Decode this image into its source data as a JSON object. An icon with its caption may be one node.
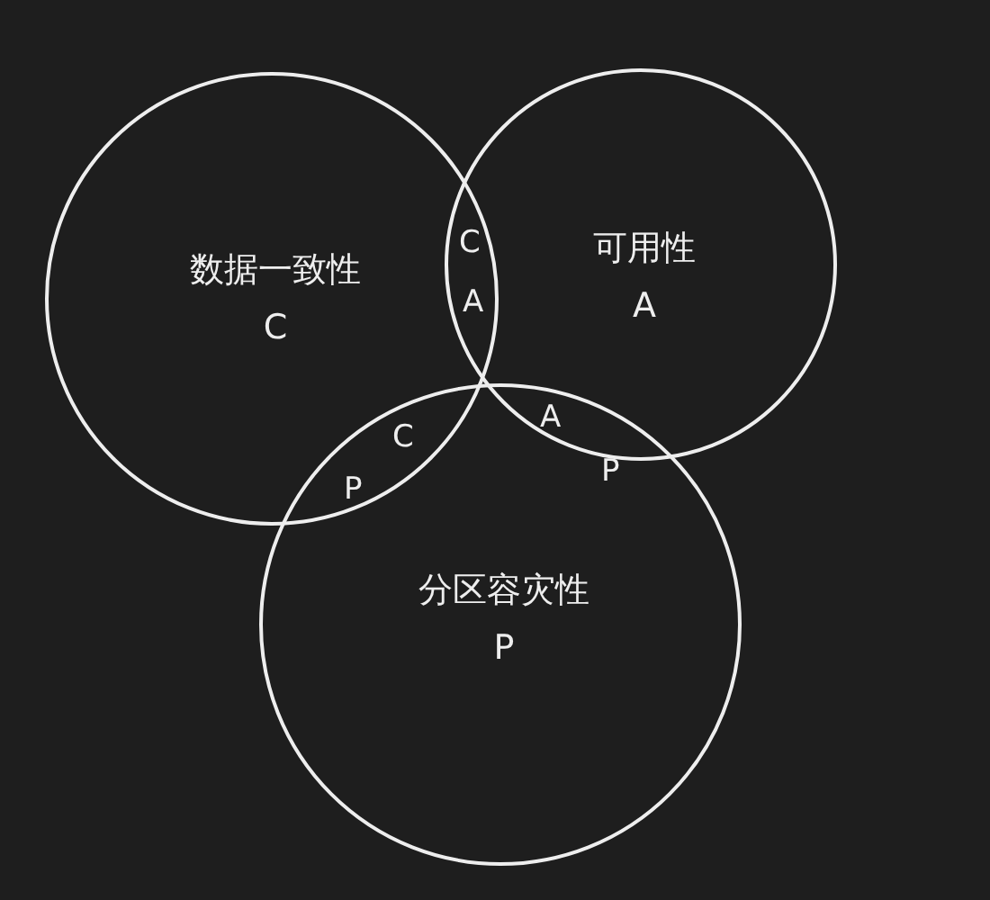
{
  "diagram": {
    "nodes": [
      {
        "text": [
          "数据一致性",
          "C"
        ]
      },
      {
        "text": [
          "可用性",
          "A"
        ]
      },
      {
        "text": [
          "分区容灾性",
          "P"
        ]
      }
    ],
    "labels": [
      "C",
      "A",
      "A",
      "C",
      "P",
      "P"
    ]
  }
}
